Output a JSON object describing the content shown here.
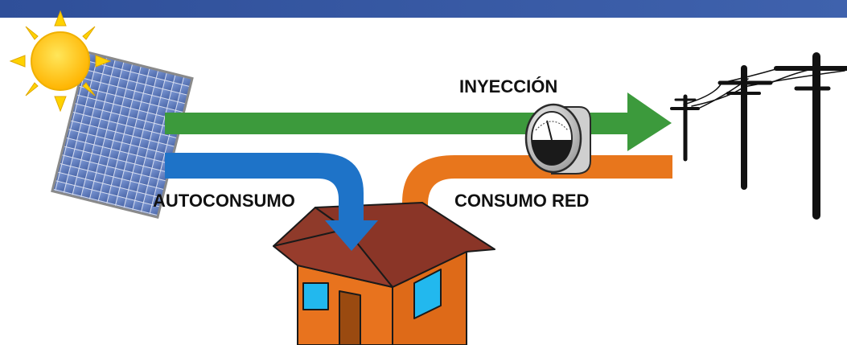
{
  "diagram": {
    "labels": {
      "injection": "INYECCIÓN",
      "self_consumption": "AUTOCONSUMO",
      "grid_consumption": "CONSUMO RED"
    },
    "colors": {
      "top_banner": "#3a5ea8",
      "injection_arrow": "#3c9a3c",
      "self_consumption_arrow": "#1e73c8",
      "grid_consumption_arrow": "#e8761c",
      "sun": "#ffc800",
      "solar_panel": "#5f7fc0",
      "house_wall": "#e8731e",
      "house_roof": "#8f3a2a",
      "house_window": "#22b8ee",
      "house_door": "#9a4a10",
      "utility_pole": "#111111"
    },
    "icons": [
      "sun-icon",
      "solar-panel-icon",
      "house-icon",
      "electricity-meter-icon",
      "utility-pole-icon"
    ]
  }
}
